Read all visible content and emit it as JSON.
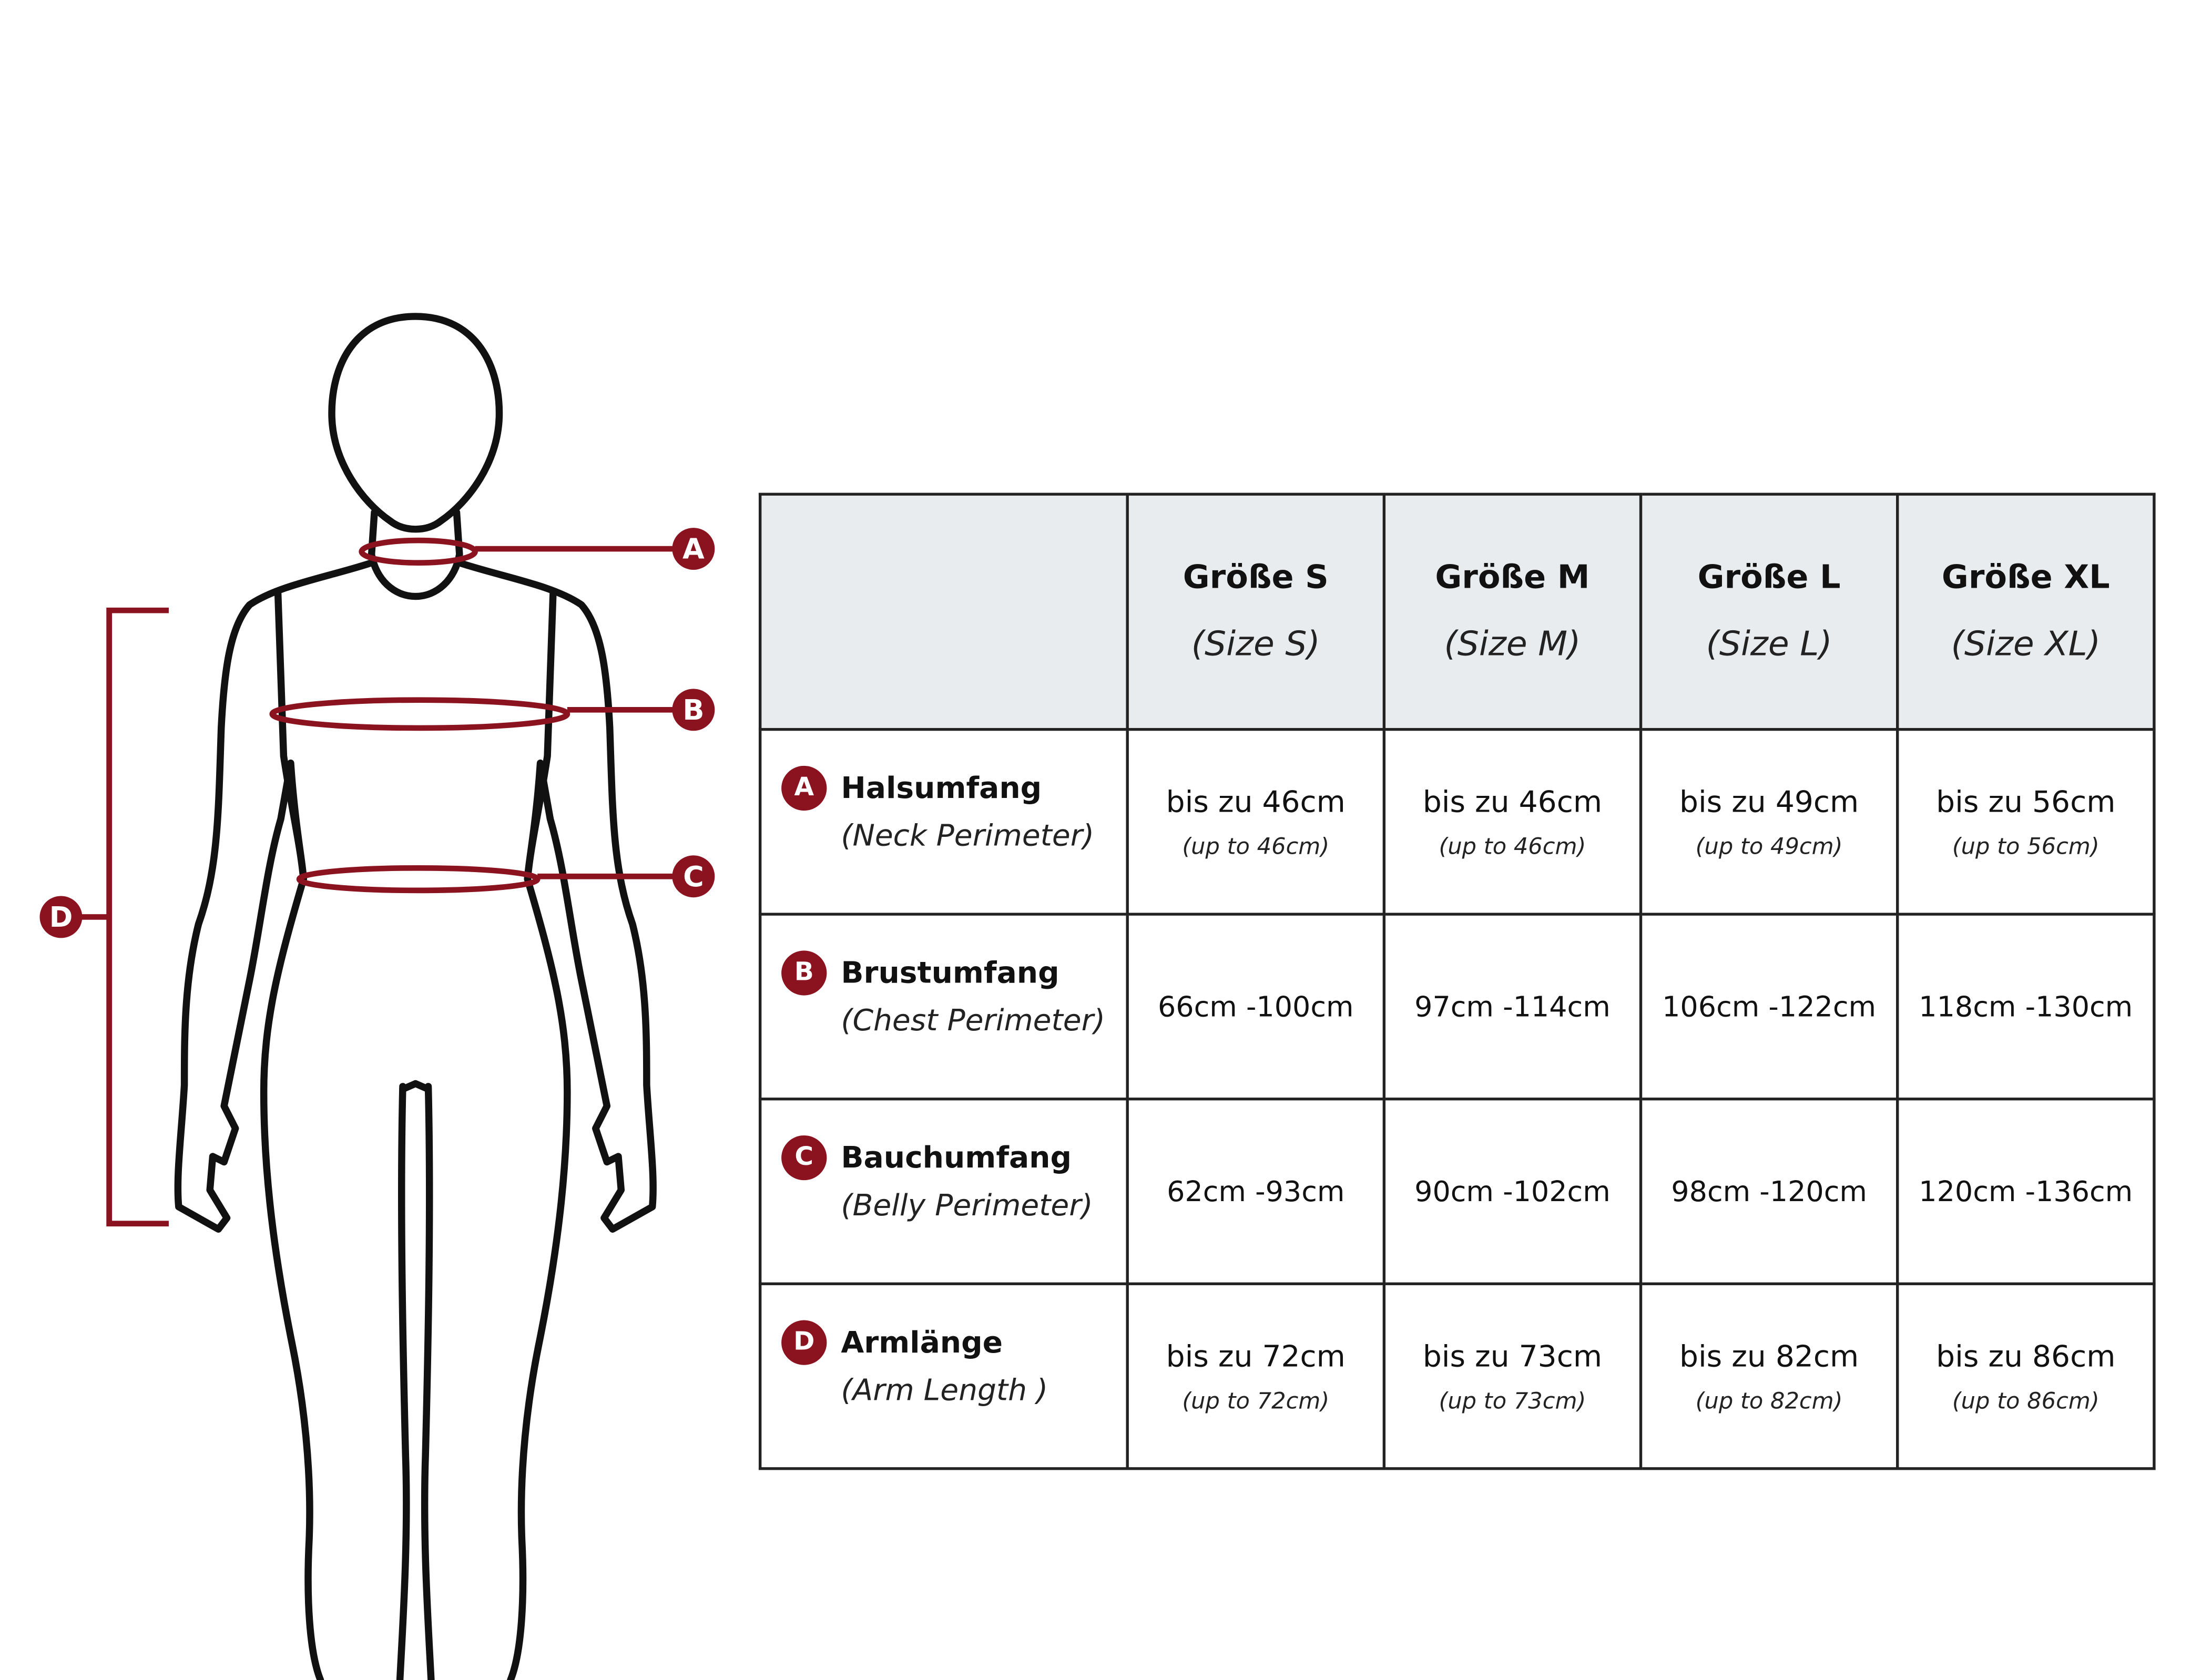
{
  "colors": {
    "accent": "#8b1320",
    "outline": "#111111",
    "header_bg": "#e9ecee",
    "border": "#222222"
  },
  "figure": {
    "markers": [
      "A",
      "B",
      "C",
      "D"
    ],
    "icons": [
      "mannequin-outline-icon"
    ]
  },
  "table": {
    "headers": [
      {
        "de": "Größe S",
        "en": "(Size S)"
      },
      {
        "de": "Größe M",
        "en": "(Size M)"
      },
      {
        "de": "Größe L",
        "en": "(Size L)"
      },
      {
        "de": "Größe XL",
        "en": "(Size XL)"
      }
    ],
    "rows": [
      {
        "marker": "A",
        "label_de": "Halsumfang",
        "label_en": "(Neck Perimeter)",
        "cells": [
          {
            "main": "bis zu 46cm",
            "sub": "(up to 46cm)"
          },
          {
            "main": "bis zu 46cm",
            "sub": "(up to 46cm)"
          },
          {
            "main": "bis zu 49cm",
            "sub": "(up to 49cm)"
          },
          {
            "main": "bis zu 56cm",
            "sub": "(up to 56cm)"
          }
        ]
      },
      {
        "marker": "B",
        "label_de": "Brustumfang",
        "label_en": "(Chest Perimeter)",
        "cells": [
          "66cm -100cm",
          "97cm -114cm",
          "106cm -122cm",
          "118cm -130cm"
        ]
      },
      {
        "marker": "C",
        "label_de": "Bauchumfang",
        "label_en": "(Belly Perimeter)",
        "cells": [
          "62cm -93cm",
          "90cm -102cm",
          "98cm -120cm",
          "120cm -136cm"
        ]
      },
      {
        "marker": "D",
        "label_de": "Armlänge",
        "label_en": "(Arm Length )",
        "cells": [
          {
            "main": "bis zu 72cm",
            "sub": "(up to 72cm)"
          },
          {
            "main": "bis zu 73cm",
            "sub": "(up to 73cm)"
          },
          {
            "main": "bis zu 82cm",
            "sub": "(up to 82cm)"
          },
          {
            "main": "bis zu 86cm",
            "sub": "(up to 86cm)"
          }
        ]
      }
    ]
  }
}
